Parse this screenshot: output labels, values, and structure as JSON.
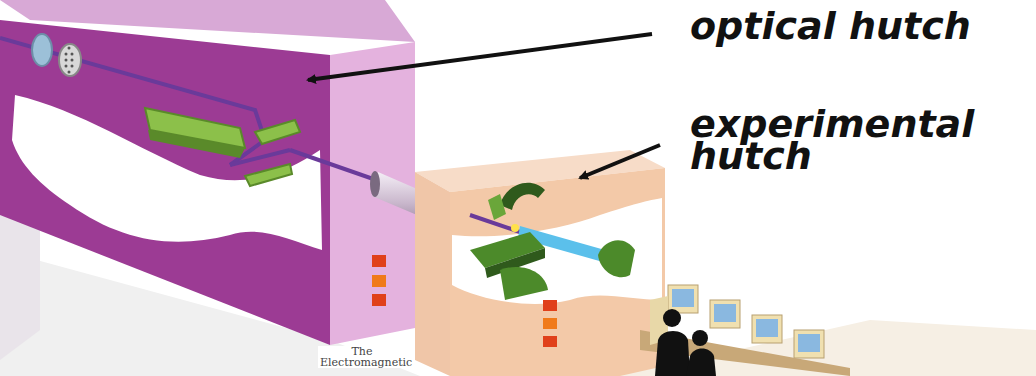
{
  "diagram": {
    "labels": [
      "optical hutch",
      "experimental hutch",
      "The Electromagnetic"
    ]
  }
}
